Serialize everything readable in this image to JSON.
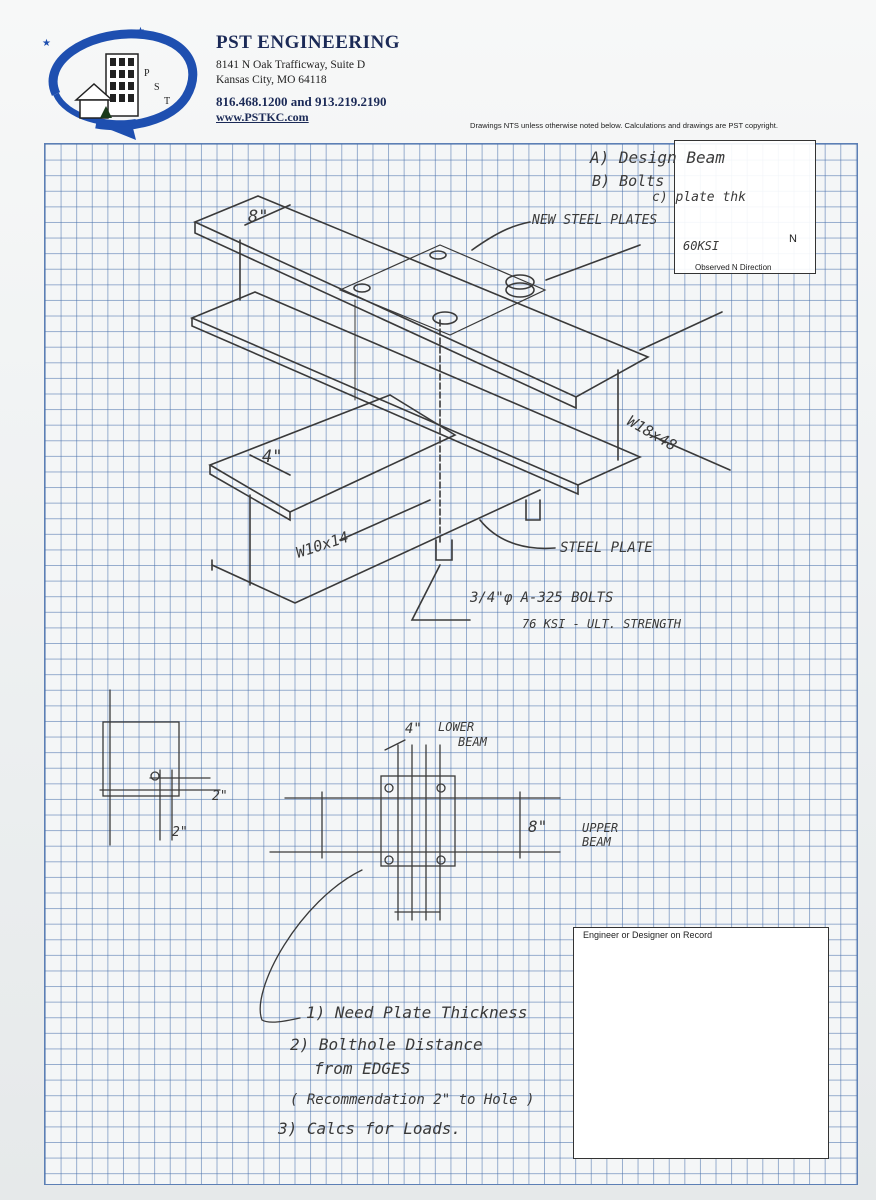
{
  "header": {
    "company": "PST ENGINEERING",
    "address1": "8141 N Oak Trafficway, Suite D",
    "address2": "Kansas City, MO 64118",
    "phone": "816.468.1200 and 913.219.2190",
    "website": "www.PSTKC.com",
    "logo_letters": [
      "P",
      "S",
      "T"
    ],
    "notice": "Drawings NTS unless otherwise noted below. Calculations and drawings are PST copyright."
  },
  "north_box": {
    "items": [
      "A) Design Beam",
      "B) Bolts",
      "c) plate thk",
      "60KSI"
    ],
    "n_label": "N",
    "caption": "Observed N Direction"
  },
  "sketch_labels": {
    "upper_width": "8\"",
    "new_plates": "NEW STEEL PLATES",
    "upper_beam": "W18x48",
    "lower_width": "4\"",
    "lower_beam": "W10x14",
    "steel_plate": "STEEL PLATE",
    "bolts_line1": "3/4\"φ A-325 BOLTS",
    "bolts_line2": "76 KSI - ULT. STRENGTH",
    "edge_dim_1": "2\"",
    "edge_dim_2": "2\"",
    "lower_dim": "4\"",
    "lower_beam_label_1": "LOWER",
    "lower_beam_label_2": "BEAM",
    "upper_dim": "8\"",
    "upper_beam_label_1": "UPPER",
    "upper_beam_label_2": "BEAM"
  },
  "notes": [
    "1) Need Plate Thickness",
    "2) Bolthole Distance",
    "from EDGES",
    "( Recommendation 2\" to Hole )",
    "3) Calcs for Loads."
  ],
  "engineer_box": {
    "label": "Engineer or Designer on Record"
  },
  "colors": {
    "brand_navy": "#1b2a57",
    "logo_blue": "#1e4fb0",
    "grid_blue": "#466eaa",
    "pencil": "#3a3a3a"
  }
}
